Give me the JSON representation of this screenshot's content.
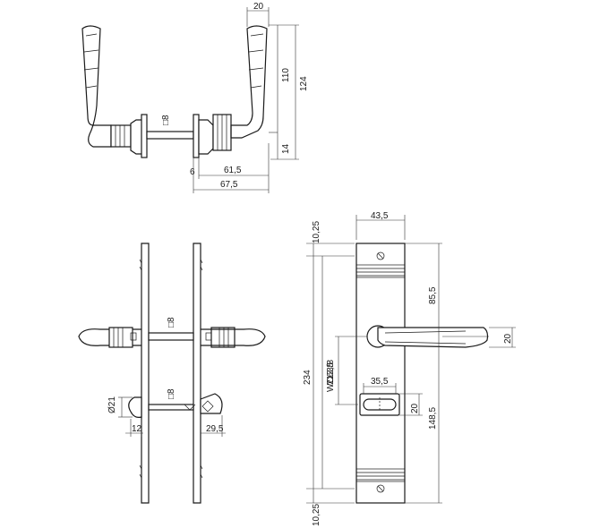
{
  "views": {
    "top_lever": {
      "dims": {
        "top_width": "20",
        "height_110": "110",
        "height_124": "124",
        "height_14": "14",
        "left_6": "6",
        "spindle_61_5": "61,5",
        "total_67_5": "67,5",
        "spindle_square": "□8"
      }
    },
    "side_section": {
      "dims": {
        "spindle_square_upper": "□8",
        "spindle_square_lower": "□8",
        "cylinder_dia": "Ø21",
        "offset_12": "12",
        "offset_29_5": "29,5"
      }
    },
    "front_plate": {
      "dims": {
        "top_margin": "10,25",
        "bottom_margin": "10,25",
        "plate_width": "43,5",
        "lever_height_85_5": "85,5",
        "lever_20": "20",
        "total_234": "234",
        "distance_213_5": "213,5",
        "wc_label": "WC63/8",
        "wc_width": "35,5",
        "wc_height": "20",
        "lower_148_5": "148,5"
      }
    }
  }
}
